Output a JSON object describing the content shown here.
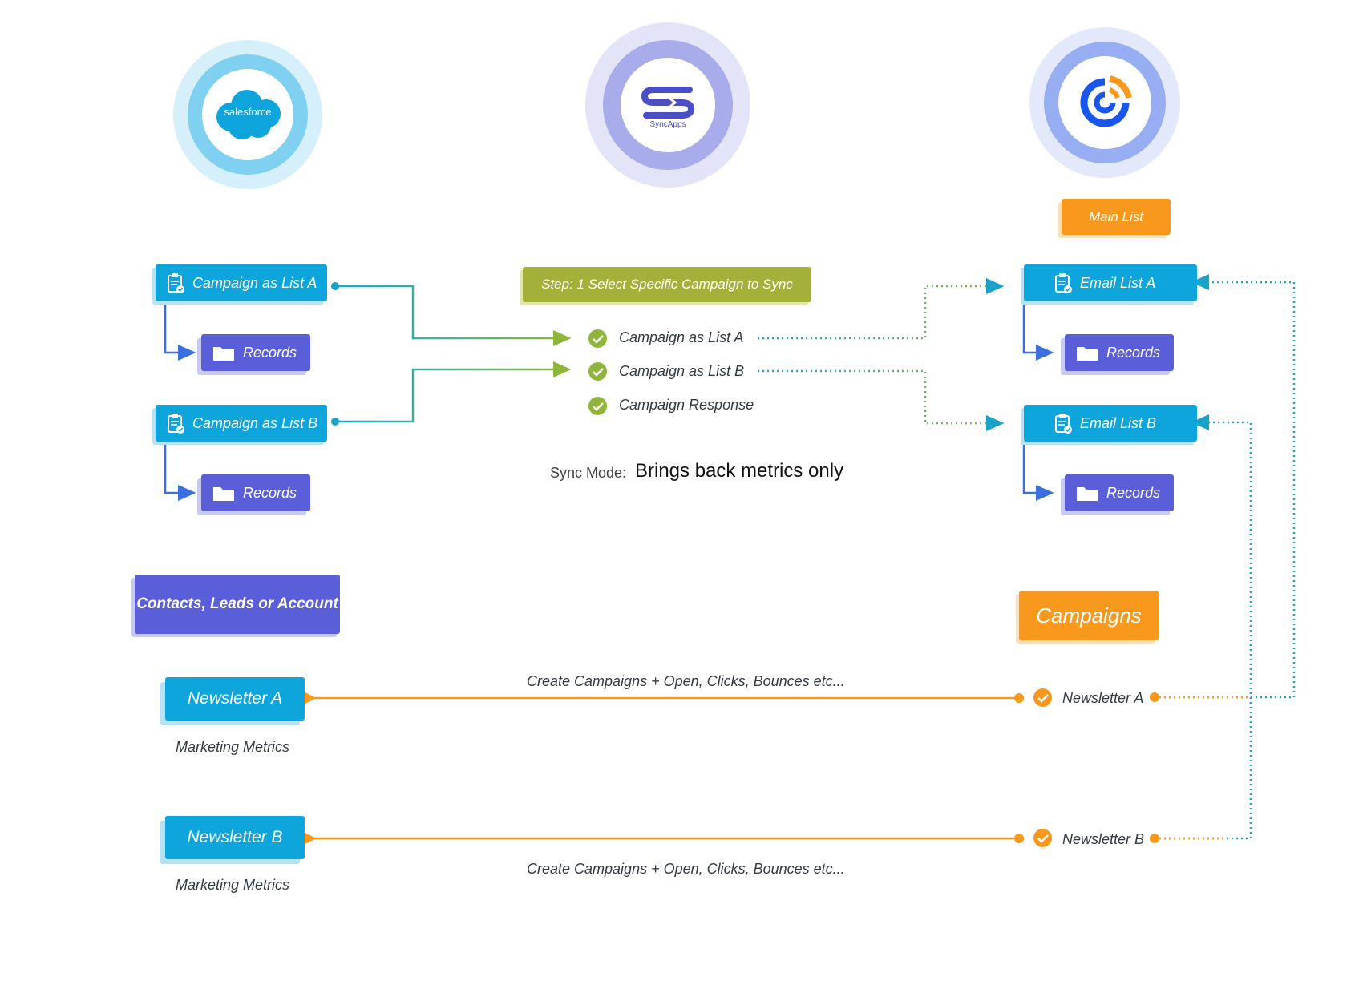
{
  "logos": {
    "salesforce": {
      "label": "salesforce",
      "icon": "salesforce-cloud-icon",
      "ring_outer": "#d6f0fb",
      "ring_mid": "#7fd0f1"
    },
    "syncapps": {
      "label": "SyncApps",
      "icon": "syncapps-logo-icon",
      "ring_outer": "#e4e4f8",
      "ring_mid": "#a9acea"
    },
    "constant_contact": {
      "icon": "constant-contact-logo-icon",
      "ring_outer": "#e3e9fb",
      "ring_mid": "#97aef2"
    }
  },
  "left": {
    "campaign_a": "Campaign as List A",
    "records_a": "Records",
    "campaign_b": "Campaign as List B",
    "records_b": "Records",
    "contacts": "Contacts, Leads or Account",
    "newsletter_a": "Newsletter A",
    "metrics_a": "Marketing Metrics",
    "newsletter_b": "Newsletter B",
    "metrics_b": "Marketing Metrics"
  },
  "middle": {
    "step": "Step: 1 Select Specific Campaign to Sync",
    "items": [
      "Campaign as List A",
      "Campaign as List B",
      "Campaign Response"
    ],
    "sync_mode_label": "Sync Mode:",
    "sync_mode_value": "Brings back metrics only",
    "flow_a": "Create Campaigns + Open, Clicks, Bounces etc...",
    "flow_b": "Create Campaigns + Open, Clicks, Bounces etc..."
  },
  "right": {
    "main_list": "Main List",
    "email_a": "Email List A",
    "records_a": "Records",
    "email_b": "Email List B",
    "records_b": "Records",
    "campaigns": "Campaigns",
    "newsletter_a": "Newsletter A",
    "newsletter_b": "Newsletter B"
  },
  "colors": {
    "blue": "#0ea5dc",
    "purple": "#5a5fd9",
    "orange": "#f8991d",
    "olive": "#a3b13a",
    "teal_connector": "#1aa3c8",
    "green_check": "#8fb63b"
  }
}
